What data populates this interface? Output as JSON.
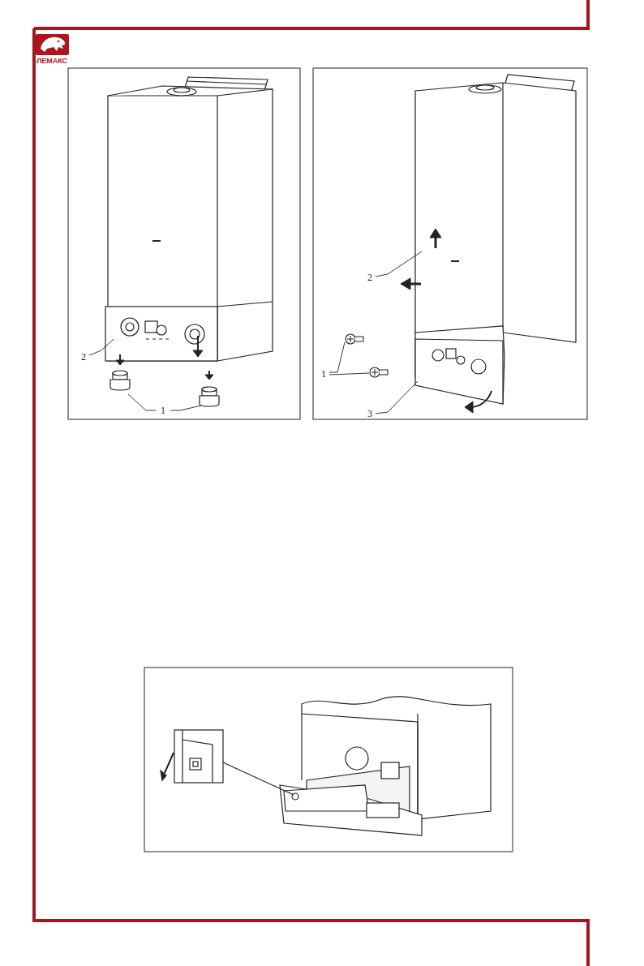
{
  "diagram": {
    "labels": [
      "ЛЕМАКС",
      "2",
      "1",
      "2",
      "1",
      "3"
    ]
  }
}
